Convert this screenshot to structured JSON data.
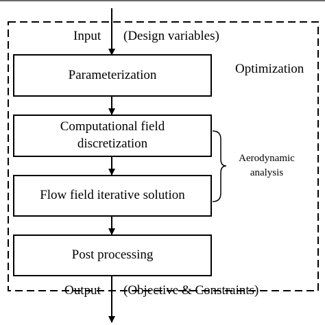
{
  "diagram": {
    "frame_label": "Optimization",
    "input": {
      "label": "Input",
      "note": "(Design variables)"
    },
    "output": {
      "label": "Output",
      "note": "(Objective & Constraints)"
    },
    "steps": [
      {
        "line1": "Parameterization",
        "line2": ""
      },
      {
        "line1": "Computational field",
        "line2": "discretization"
      },
      {
        "line1": "Flow field iterative solution",
        "line2": ""
      },
      {
        "line1": "Post processing",
        "line2": ""
      }
    ],
    "group": {
      "line1": "Aerodynamic",
      "line2": "analysis"
    }
  }
}
